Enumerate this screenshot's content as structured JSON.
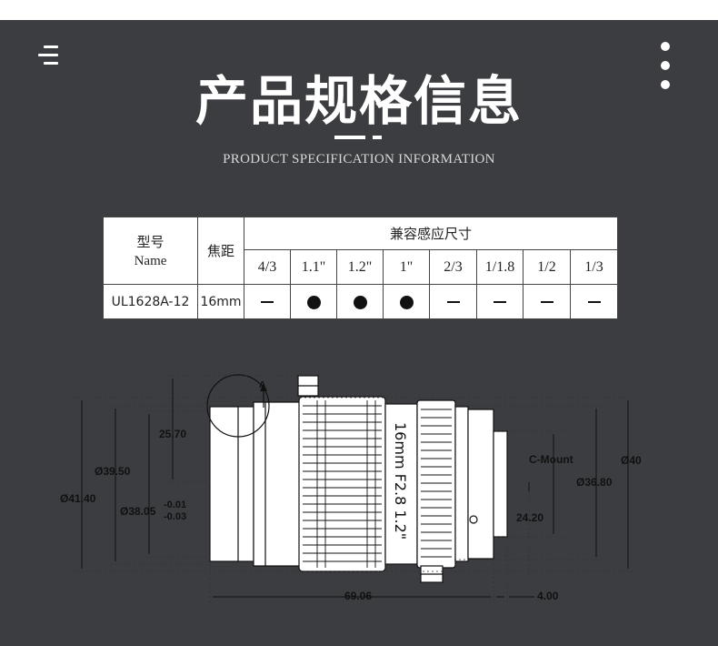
{
  "header": {
    "title": "产品规格信息",
    "subtitle": "PRODUCT SPECIFICATION INFORMATION"
  },
  "table": {
    "model_label_cn": "型号",
    "model_label_en": "Name",
    "focal_label": "焦距",
    "compat_label": "兼容感应尺寸",
    "sizes": [
      "4/3",
      "1.1\"",
      "1.2\"",
      "1\"",
      "2/3",
      "1/1.8",
      "1/2",
      "1/3"
    ],
    "row": {
      "model": "UL1628A-12",
      "focal": "16mm",
      "support": [
        false,
        true,
        true,
        true,
        false,
        false,
        false,
        false
      ]
    }
  },
  "drawing": {
    "lens_engraving": "16mm F2.8 1.2\"",
    "dims": {
      "d_41_40": "Ø41.40",
      "d_39_50": "Ø39.50",
      "d_38_05": "Ø38.05",
      "tol_upper": "-0.01",
      "tol_lower": "-0.03",
      "h_25_70": "25.70",
      "mount": "C-Mount",
      "h_24_20": "24.20",
      "d_36_80": "Ø36.80",
      "d_40": "Ø40",
      "len_69_06": "69.06",
      "len_4_00": "4.00",
      "mark_a": "A"
    }
  },
  "colors": {
    "panel_bg": "#3c3d41",
    "line": "#111111"
  }
}
